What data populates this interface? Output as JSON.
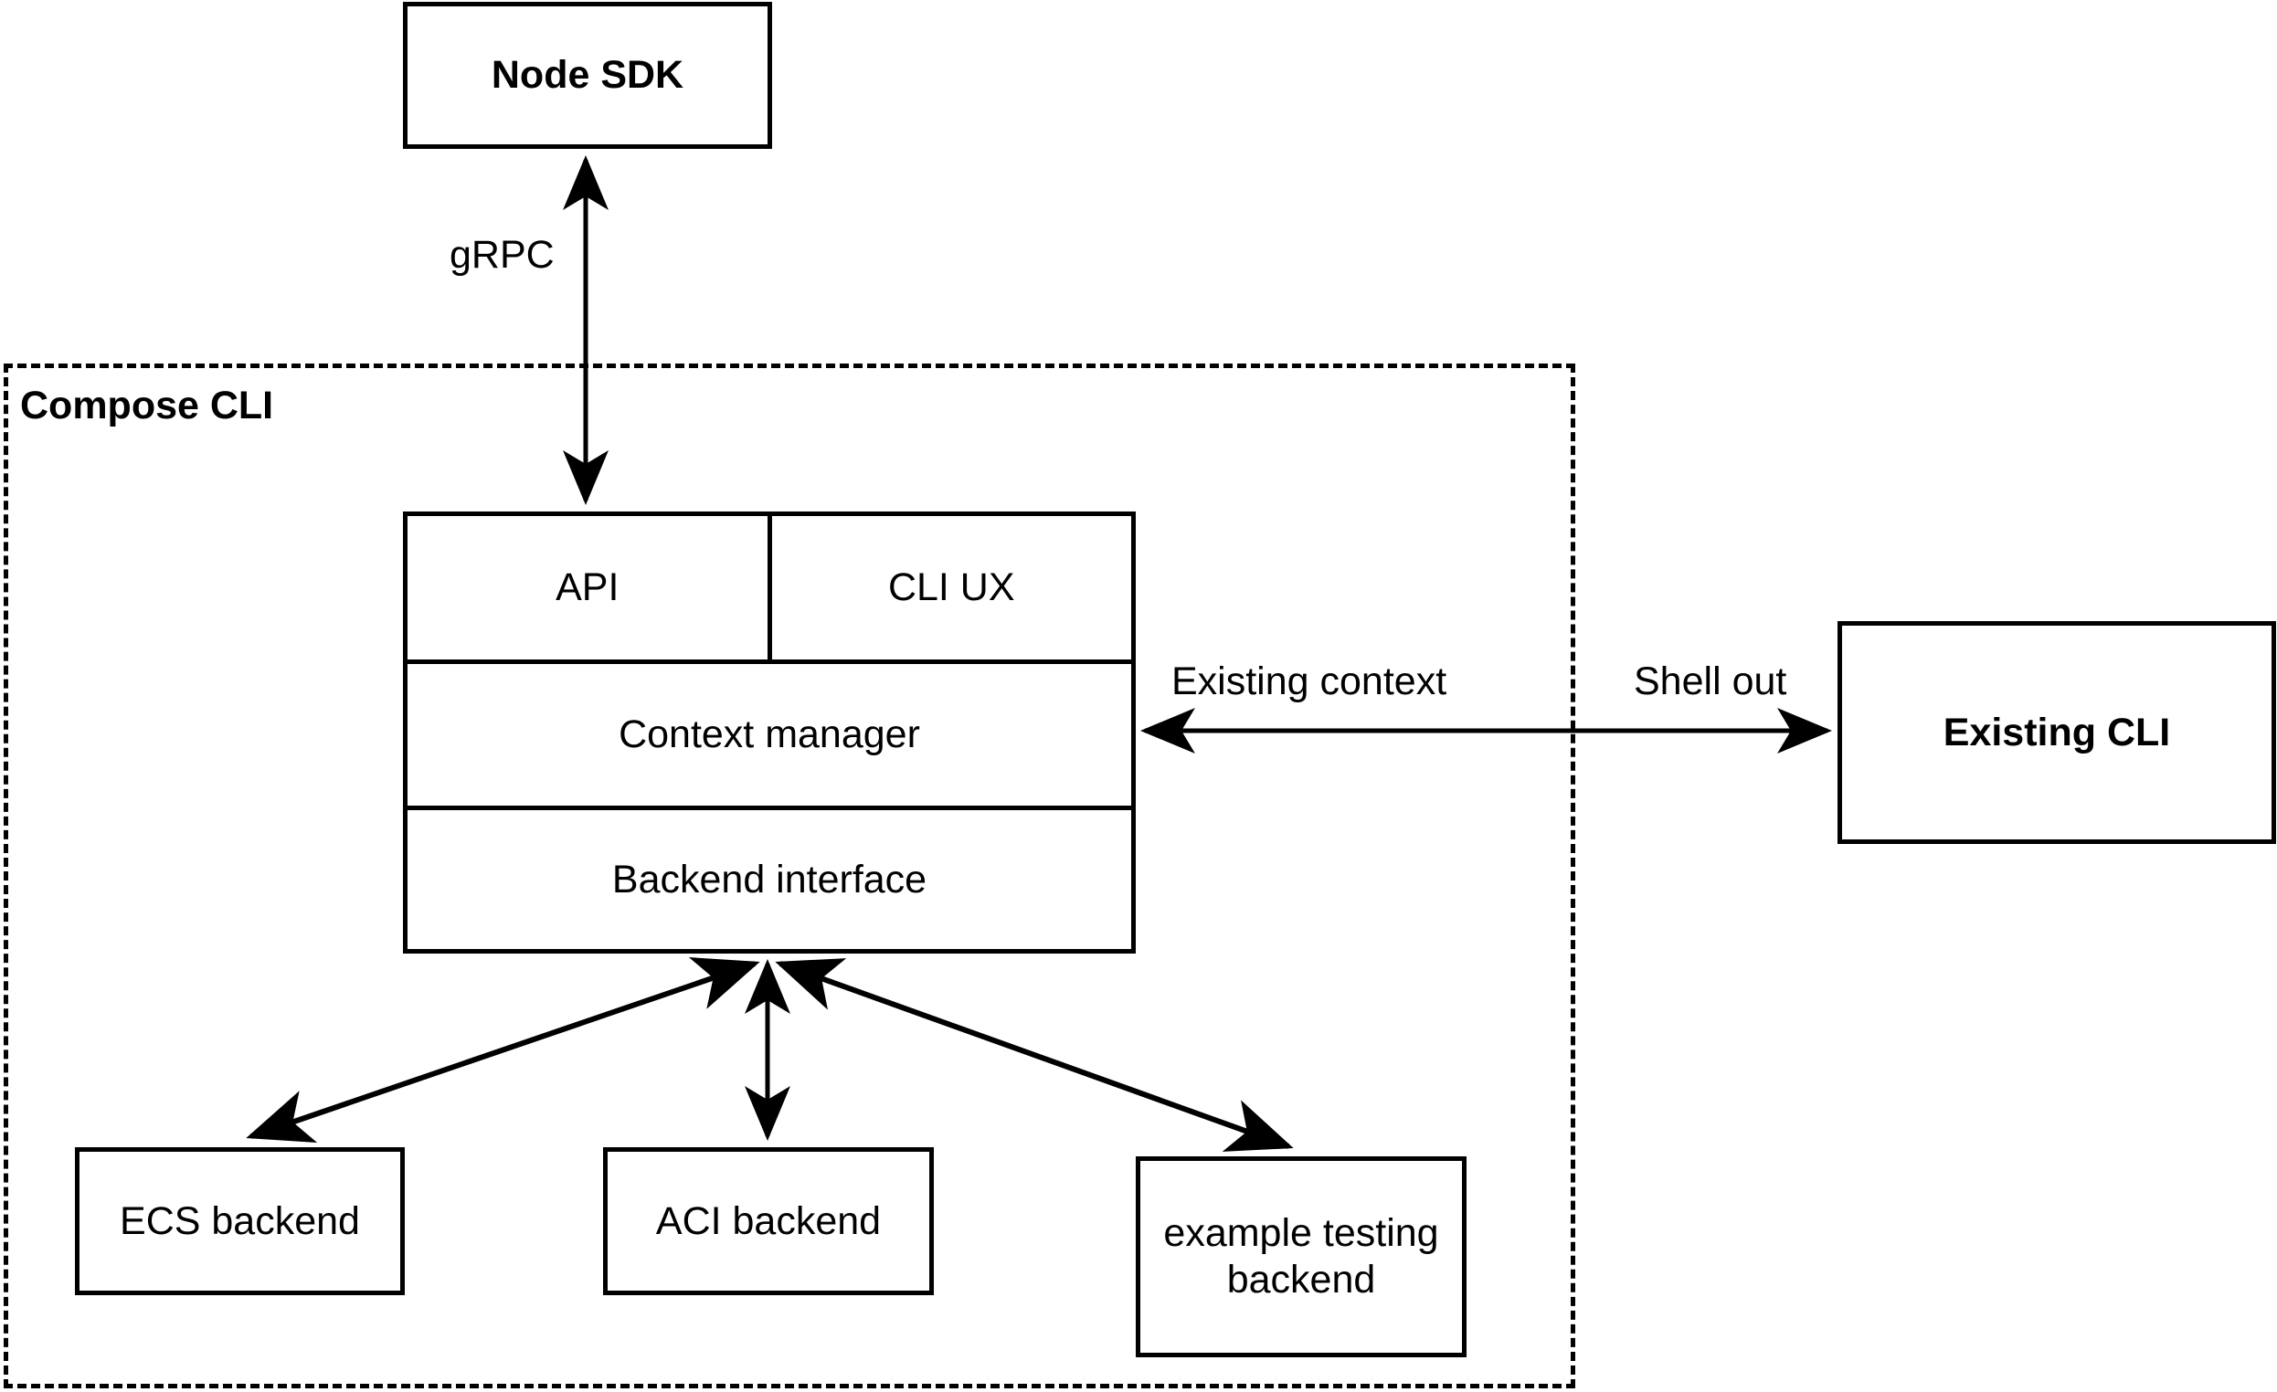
{
  "diagram": {
    "title_nodes": {
      "node_sdk": "Node SDK",
      "existing_cli": "Existing CLI"
    },
    "group": {
      "label": "Compose CLI",
      "style": "dashed"
    },
    "compose_stack": {
      "row1": {
        "left": "API",
        "right": "CLI UX"
      },
      "row2": "Context manager",
      "row3": "Backend interface"
    },
    "backends": [
      {
        "label": "ECS backend"
      },
      {
        "label": "ACI backend"
      },
      {
        "label": "example testing backend",
        "line1": "example testing",
        "line2": "backend"
      }
    ],
    "edges": [
      {
        "name": "grpc",
        "label": "gRPC",
        "from": "Compose CLI API",
        "to": "Node SDK",
        "arrows": "both"
      },
      {
        "name": "existing-context",
        "label": "Existing context",
        "from": "Existing CLI",
        "to": "Context manager",
        "arrows": "left"
      },
      {
        "name": "shell-out",
        "label": "Shell out",
        "from": "Context manager",
        "to": "Existing CLI",
        "arrows": "right"
      },
      {
        "name": "ecs-link",
        "label": "",
        "from": "Backend interface",
        "to": "ECS backend",
        "arrows": "both"
      },
      {
        "name": "aci-link",
        "label": "",
        "from": "Backend interface",
        "to": "ACI backend",
        "arrows": "both"
      },
      {
        "name": "example-link",
        "label": "",
        "from": "Backend interface",
        "to": "example testing backend",
        "arrows": "both"
      }
    ],
    "colors": {
      "stroke": "#000000",
      "fill": "#ffffff",
      "text": "#000000"
    }
  }
}
